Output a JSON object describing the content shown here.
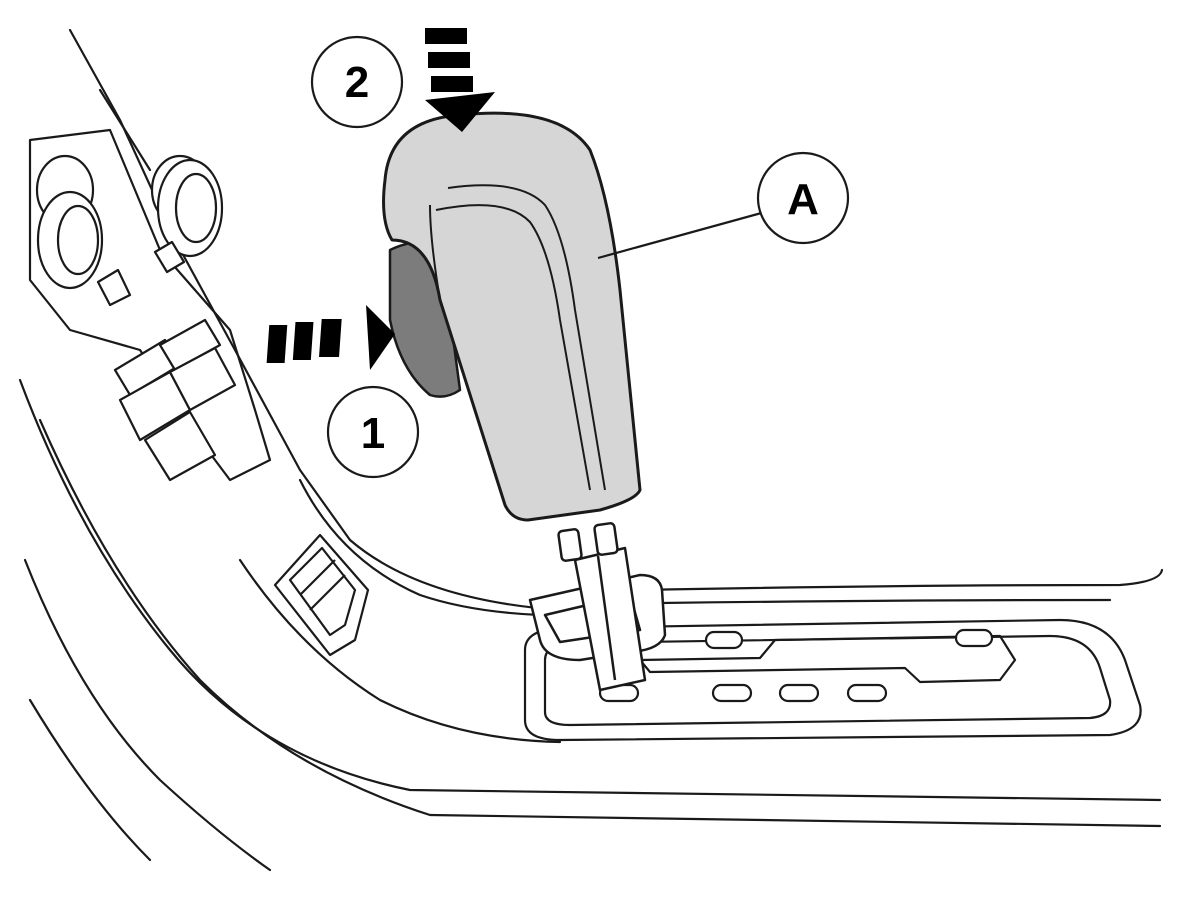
{
  "callouts": {
    "step_1": "1",
    "step_2": "2",
    "part_a": "A"
  },
  "colors": {
    "line": "#1a1a1a",
    "knob_fill": "#d6d6d6",
    "button_fill": "#7c7c7c",
    "arrow_fill": "#000000",
    "background": "#ffffff"
  },
  "icons": {
    "push_arrow": "dashed-right-arrow",
    "press_arrow": "dashed-down-arrow"
  }
}
